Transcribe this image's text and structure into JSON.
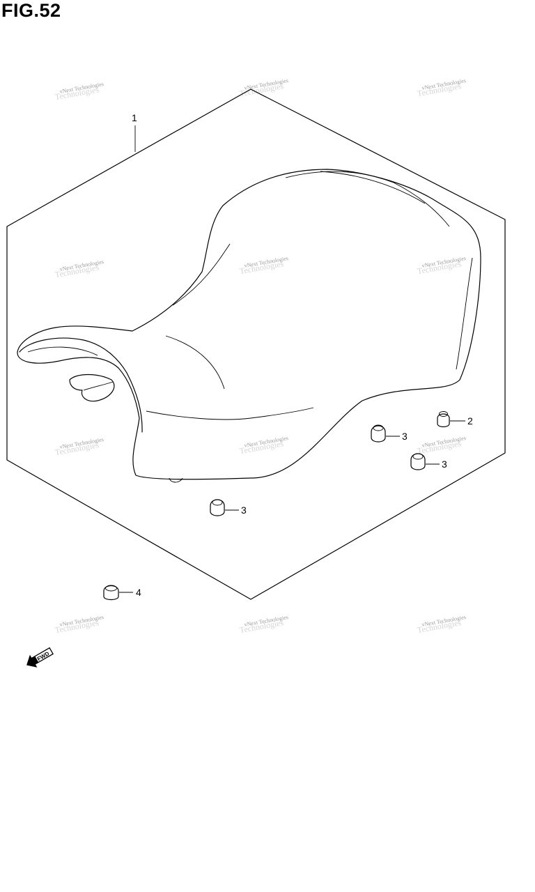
{
  "figure": {
    "title": "FIG.52"
  },
  "callouts": [
    {
      "id": "callout-1",
      "label": "1"
    },
    {
      "id": "callout-2",
      "label": "2"
    },
    {
      "id": "callout-3a",
      "label": "3"
    },
    {
      "id": "callout-3b",
      "label": "3"
    },
    {
      "id": "callout-3c",
      "label": "3"
    },
    {
      "id": "callout-4",
      "label": "4"
    }
  ],
  "watermark": {
    "line1": "vNext Technologies",
    "line2": "Technologies"
  },
  "fwd_arrow": {
    "label": "FWD"
  }
}
